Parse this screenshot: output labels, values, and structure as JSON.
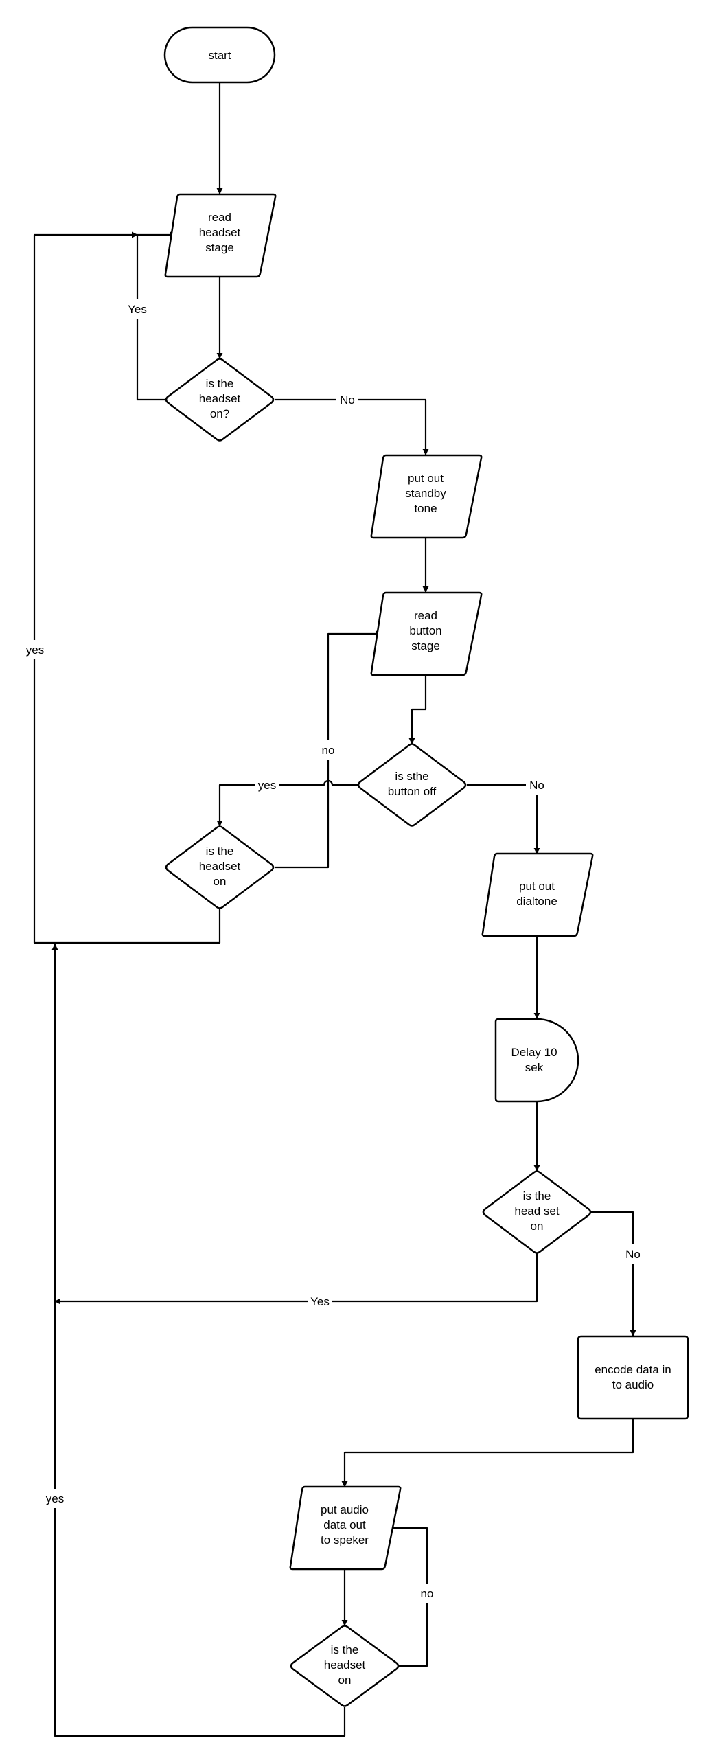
{
  "nodes": {
    "start": {
      "type": "terminal",
      "lines": [
        "start"
      ]
    },
    "read_headset": {
      "type": "io",
      "lines": [
        "read",
        "headset",
        "stage"
      ]
    },
    "is_headset_on_1": {
      "type": "decision",
      "lines": [
        "is the",
        "headset",
        "on?"
      ]
    },
    "standby_tone": {
      "type": "io",
      "lines": [
        "put out",
        "standby",
        "tone"
      ]
    },
    "read_button": {
      "type": "io",
      "lines": [
        "read",
        "button",
        "stage"
      ]
    },
    "is_button_off": {
      "type": "decision",
      "lines": [
        "is sthe",
        "button off"
      ]
    },
    "is_headset_on_2": {
      "type": "decision",
      "lines": [
        "is the",
        "headset",
        "on"
      ]
    },
    "dialtone": {
      "type": "io",
      "lines": [
        "put out",
        "dialtone"
      ]
    },
    "delay": {
      "type": "delay",
      "lines": [
        "Delay 10",
        "sek"
      ]
    },
    "is_head_set_on": {
      "type": "decision",
      "lines": [
        "is the",
        "head set",
        "on"
      ]
    },
    "encode": {
      "type": "process",
      "lines": [
        "encode data in",
        "to audio"
      ]
    },
    "audio_out": {
      "type": "io",
      "lines": [
        "put audio",
        "data out",
        "to speker"
      ]
    },
    "is_headset_on_3": {
      "type": "decision",
      "lines": [
        "is the",
        "headset",
        "on"
      ]
    }
  },
  "edges": [
    {
      "from": "start",
      "to": "read_headset",
      "label": ""
    },
    {
      "from": "read_headset",
      "to": "is_headset_on_1",
      "label": ""
    },
    {
      "from": "is_headset_on_1",
      "to": "read_headset",
      "label": "Yes"
    },
    {
      "from": "is_headset_on_1",
      "to": "standby_tone",
      "label": "No"
    },
    {
      "from": "standby_tone",
      "to": "read_button",
      "label": ""
    },
    {
      "from": "read_button",
      "to": "is_button_off",
      "label": ""
    },
    {
      "from": "is_button_off",
      "to": "is_headset_on_2",
      "label": "yes"
    },
    {
      "from": "is_headset_on_2",
      "to": "read_button",
      "label": "no"
    },
    {
      "from": "is_headset_on_2",
      "to": "read_headset",
      "label": "yes"
    },
    {
      "from": "is_button_off",
      "to": "dialtone",
      "label": "No"
    },
    {
      "from": "dialtone",
      "to": "delay",
      "label": ""
    },
    {
      "from": "delay",
      "to": "is_head_set_on",
      "label": ""
    },
    {
      "from": "is_head_set_on",
      "to": "encode",
      "label": "No"
    },
    {
      "from": "is_head_set_on",
      "to": "read_headset",
      "label": "Yes"
    },
    {
      "from": "encode",
      "to": "audio_out",
      "label": ""
    },
    {
      "from": "audio_out",
      "to": "is_headset_on_3",
      "label": ""
    },
    {
      "from": "is_headset_on_3",
      "to": "audio_out",
      "label": "no"
    },
    {
      "from": "is_headset_on_3",
      "to": "read_headset",
      "label": "yes"
    }
  ]
}
